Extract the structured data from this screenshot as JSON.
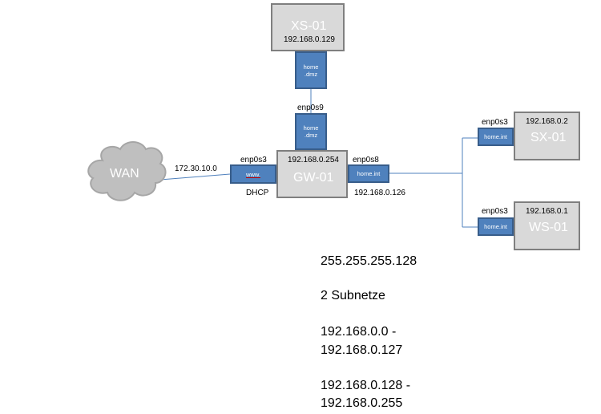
{
  "wan": {
    "label": "WAN",
    "ip": "172.30.10.0"
  },
  "gw": {
    "name": "GW-01",
    "ip": "192.168.0.254",
    "nic_wan": {
      "iface": "enp0s3",
      "zone": "www.",
      "note": "DHCP"
    },
    "nic_int": {
      "iface": "enp0s8",
      "zone": "home.int",
      "ip": "192.168.0.126"
    },
    "nic_dmz": {
      "iface": "enp0s9",
      "zone_line1": "home",
      "zone_line2": ".dmz"
    }
  },
  "xs": {
    "name": "XS-01",
    "ip": "192.168.0.129",
    "nic": {
      "zone_line1": "home",
      "zone_line2": ".dmz"
    }
  },
  "sx": {
    "name": "SX-01",
    "ip": "192.168.0.2",
    "nic": {
      "iface": "enp0s3",
      "zone": "home.int"
    }
  },
  "ws": {
    "name": "WS-01",
    "ip": "192.168.0.1",
    "nic": {
      "iface": "enp0s3",
      "zone": "home.int"
    }
  },
  "notes": {
    "mask": "255.255.255.128",
    "subnets": "2 Subnetze",
    "range1_start": "192.168.0.0 -",
    "range1_end": "192.168.0.127",
    "range2_start": "192.168.0.128 -",
    "range2_end": "192.168.0.255"
  },
  "colors": {
    "nic": "#4f81bd",
    "host": "#d9d9d9",
    "host_border": "#7f7f7f",
    "wire": "#4f81bd"
  }
}
